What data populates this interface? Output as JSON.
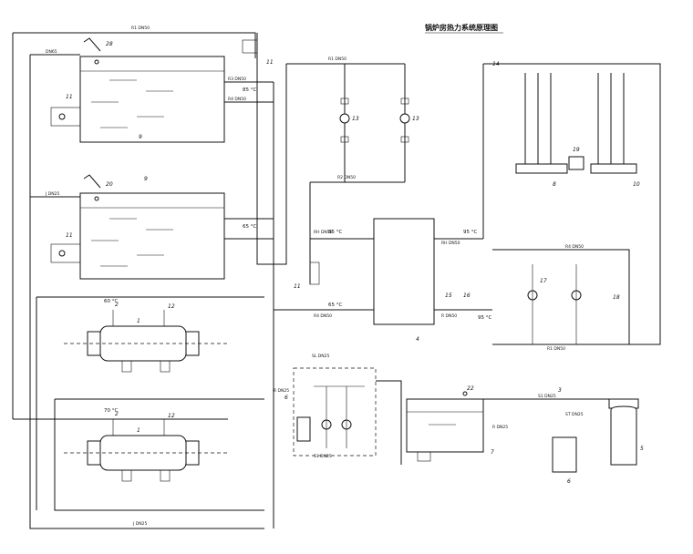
{
  "title": "锅炉房热力系统原理图",
  "equipment": [
    {
      "id": "tank-upper",
      "num": "9"
    },
    {
      "id": "tank-lower",
      "num": "9"
    },
    {
      "id": "heat-exchanger-upper",
      "num": "1"
    },
    {
      "id": "heat-exchanger-lower",
      "num": "1"
    },
    {
      "id": "central-vessel",
      "num": "4"
    },
    {
      "id": "header-left",
      "num": "8"
    },
    {
      "id": "header-right",
      "num": "10"
    },
    {
      "id": "water-tank",
      "num": "7"
    },
    {
      "id": "softener",
      "num": "5"
    },
    {
      "id": "small-tank",
      "num": "6"
    },
    {
      "id": "control-box",
      "num": "6"
    }
  ],
  "tags": [
    {
      "id": "t28",
      "text": "28"
    },
    {
      "id": "t20",
      "text": "20"
    },
    {
      "id": "t11a",
      "text": "11"
    },
    {
      "id": "t11b",
      "text": "11"
    },
    {
      "id": "t11c",
      "text": "11"
    },
    {
      "id": "t11d",
      "text": "11"
    },
    {
      "id": "t12a",
      "text": "12"
    },
    {
      "id": "t12b",
      "text": "12"
    },
    {
      "id": "t2a",
      "text": "2"
    },
    {
      "id": "t2b",
      "text": "2"
    },
    {
      "id": "t13a",
      "text": "13"
    },
    {
      "id": "t13b",
      "text": "13"
    },
    {
      "id": "t19",
      "text": "19"
    },
    {
      "id": "t15",
      "text": "15"
    },
    {
      "id": "t16",
      "text": "16"
    },
    {
      "id": "t17",
      "text": "17"
    },
    {
      "id": "t18",
      "text": "18"
    },
    {
      "id": "t22",
      "text": "22"
    },
    {
      "id": "t3",
      "text": "3"
    },
    {
      "id": "t14",
      "text": "14"
    }
  ],
  "pipe_labels": [
    {
      "id": "p1",
      "text": "R1 DN50"
    },
    {
      "id": "p2",
      "text": "DN65"
    },
    {
      "id": "p3",
      "text": "R3 DN50"
    },
    {
      "id": "p4",
      "text": "R4 DN50"
    },
    {
      "id": "p5",
      "text": "R1 DN50"
    },
    {
      "id": "p6",
      "text": "R2 DN50"
    },
    {
      "id": "p7",
      "text": "RH DN50"
    },
    {
      "id": "p8",
      "text": "R4 DN50"
    },
    {
      "id": "p9",
      "text": "RH DN50"
    },
    {
      "id": "p10",
      "text": "R DN50"
    },
    {
      "id": "p11",
      "text": "R4 DN50"
    },
    {
      "id": "p12",
      "text": "R1 DN50"
    },
    {
      "id": "p13",
      "text": "J DN25"
    },
    {
      "id": "p14",
      "text": "S1 DN25"
    },
    {
      "id": "p15",
      "text": "SL DN25"
    },
    {
      "id": "p16",
      "text": "R DN25"
    },
    {
      "id": "p17",
      "text": "R DN25"
    },
    {
      "id": "p18",
      "text": "S1 DN25"
    },
    {
      "id": "p19",
      "text": "ST DN25"
    },
    {
      "id": "p20",
      "text": "J DN25"
    }
  ],
  "temps": [
    {
      "id": "tmp1",
      "text": "85 °C"
    },
    {
      "id": "tmp2",
      "text": "65 °C"
    },
    {
      "id": "tmp3",
      "text": "85 °C"
    },
    {
      "id": "tmp4",
      "text": "65 °C"
    },
    {
      "id": "tmp5",
      "text": "95 °C"
    },
    {
      "id": "tmp6",
      "text": "95 °C"
    },
    {
      "id": "tmp7",
      "text": "60 °C"
    },
    {
      "id": "tmp8",
      "text": "70 °C"
    }
  ]
}
